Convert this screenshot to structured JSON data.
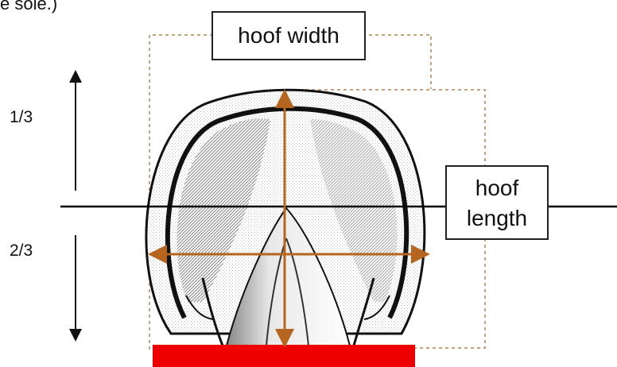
{
  "page_top_fragment": "e sole.)",
  "labels": {
    "hoof_width": "hoof width",
    "hoof_length_line1": "hoof",
    "hoof_length_line2": "length",
    "fraction_top": "1/3",
    "fraction_bottom": "2/3"
  },
  "colors": {
    "measurement_arrows": "#b5651d",
    "dotted_frame": "#c8a27a",
    "ground_bar": "#ee0000",
    "outline": "#111111"
  }
}
